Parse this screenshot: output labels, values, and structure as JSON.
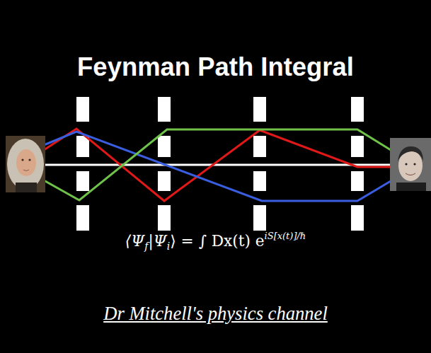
{
  "diagram": {
    "title": "Feynman Path Integral",
    "caption": "Dr Mitchell's physics channel",
    "labels": [
      "⟨Ψ",
      "f",
      "|Ψ",
      "i",
      "⟩ = ∫ Dx(t) e",
      "iS[x(t)]/ℏ"
    ]
  }
}
